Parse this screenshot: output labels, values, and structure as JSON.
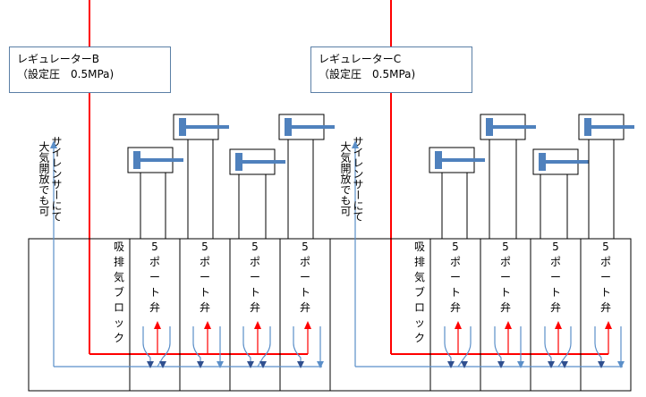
{
  "regulators": [
    {
      "name": "レギュレーターB",
      "setting": "（設定圧　0.5MPa)"
    },
    {
      "name": "レギュレーターC",
      "setting": "（設定圧　0.5MPa)"
    }
  ],
  "silencer_note": [
    "サイレンサーにて",
    "大気開放でも可"
  ],
  "exhaust_block_label": [
    "吸",
    "排",
    "気",
    "ブ",
    "ロ",
    "ッ",
    "ク"
  ],
  "valve_label": [
    "5",
    "ポ",
    "ー",
    "ト",
    "弁"
  ],
  "colors": {
    "supply_line": "#ff0000",
    "exhaust_line": "#5b8fc9",
    "cylinder": "#4f81bd",
    "box_border": "#5b7fa6"
  }
}
